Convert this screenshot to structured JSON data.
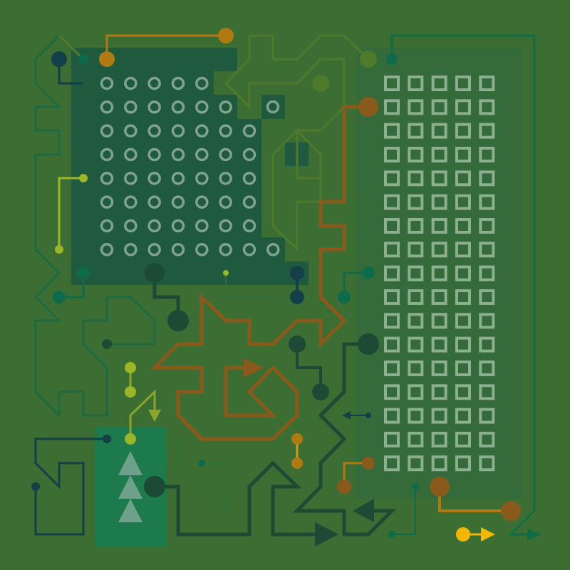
{
  "colors": {
    "background": "#3c6e34",
    "dark_panel": "#1f5a3e",
    "right_panel": "#356a3a",
    "green_block": "#1d7a4c",
    "ring": "#7fa38c",
    "square": "#8cb08f",
    "orange": "#8a5a1c",
    "gold": "#b07a10",
    "yellow": "#f2b705",
    "lime": "#9ab628",
    "teal": "#0e6b4a",
    "navy": "#123f48",
    "darkline": "#1c4a34",
    "olive": "#4f7a2c"
  },
  "grids": {
    "ring_rows": 8,
    "ring_cols": 8,
    "square_rows": 17,
    "square_cols": 5
  }
}
